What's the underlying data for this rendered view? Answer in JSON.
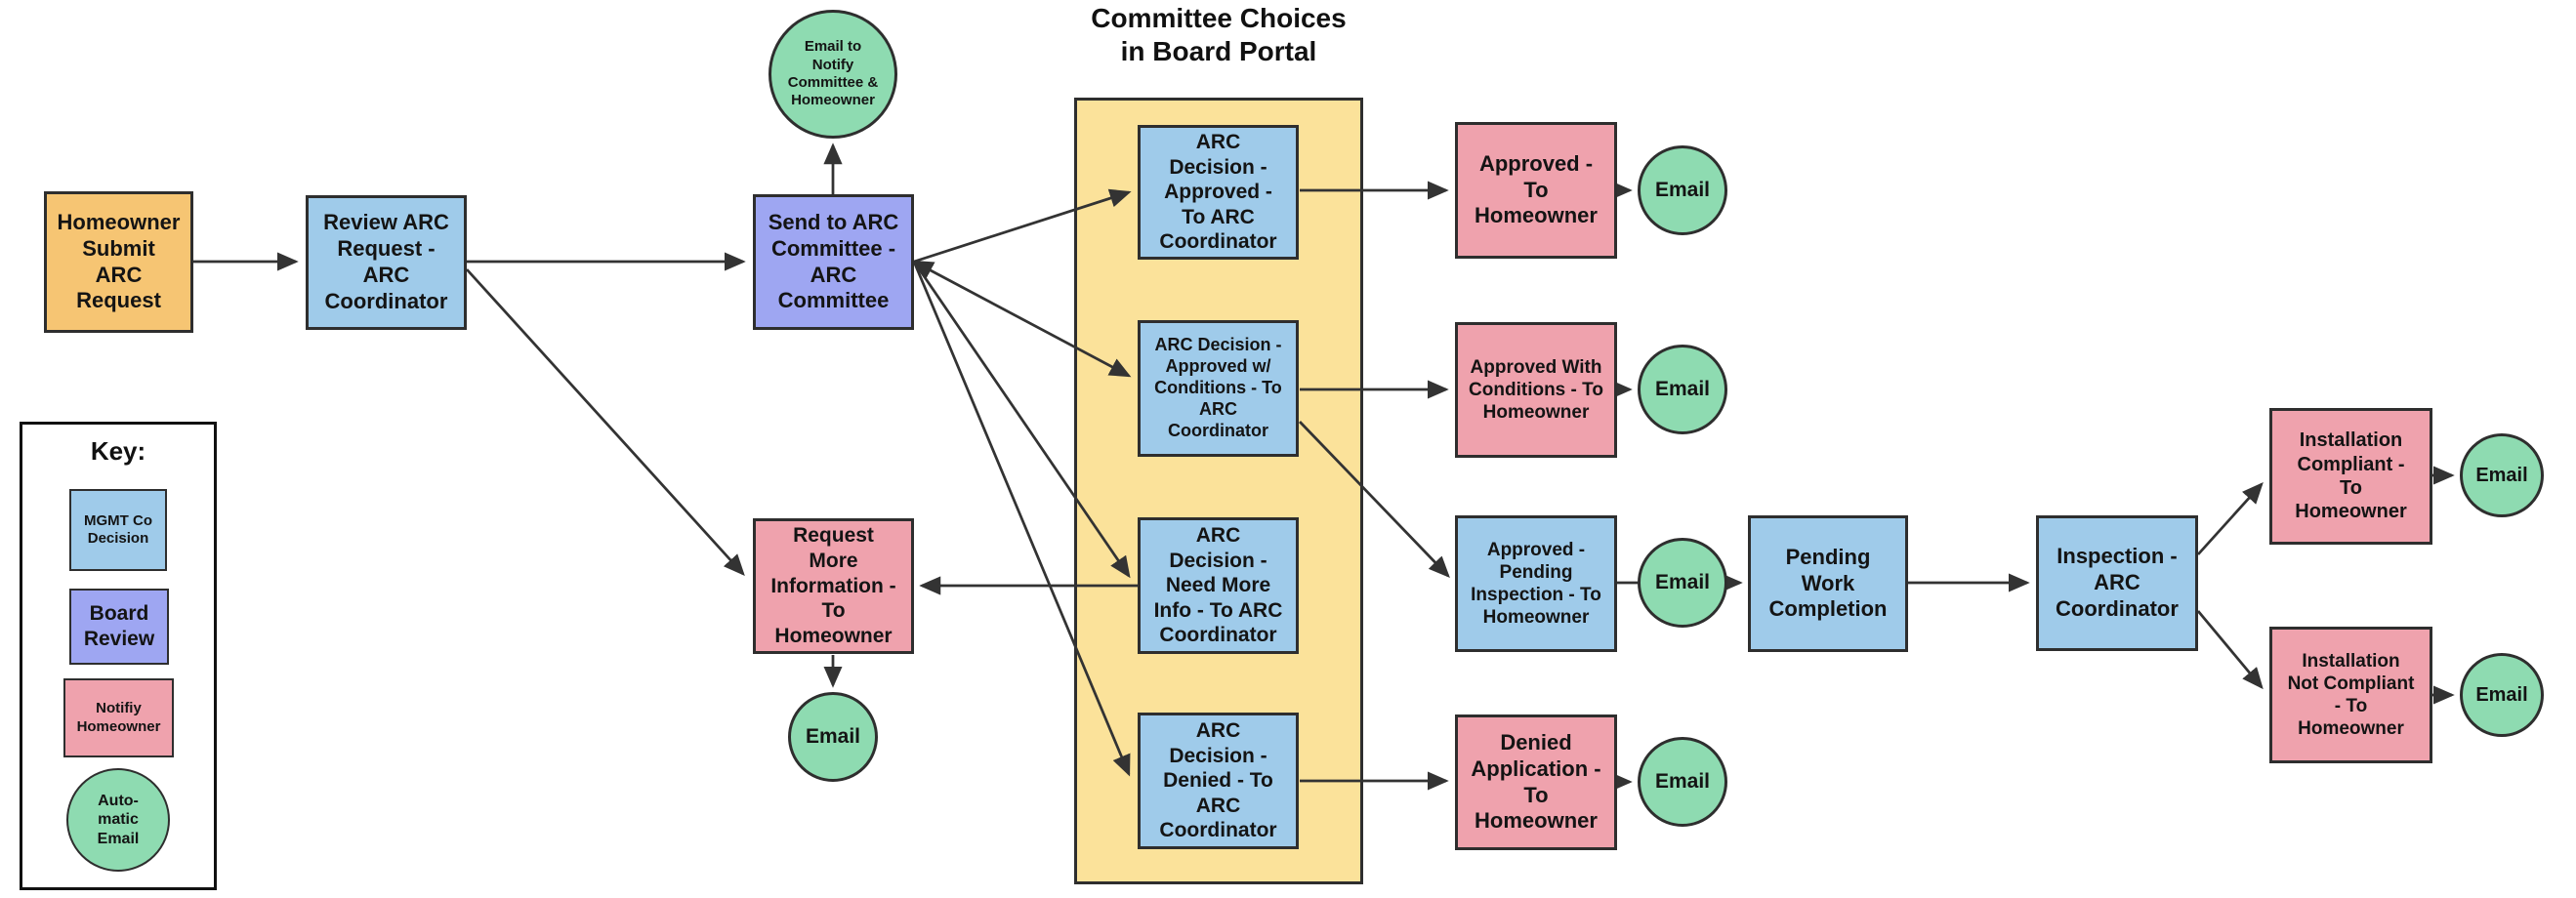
{
  "title": "Committee Choices\nin Board  Portal",
  "key": {
    "heading": "Key:",
    "items": [
      {
        "label": "MGMT Co Decision",
        "meaning": "mgmt-co-decision",
        "color": "#9FCBEA"
      },
      {
        "label": "Board Review",
        "meaning": "board-review",
        "color": "#9EA6F2"
      },
      {
        "label": "Notifiy Homeowner",
        "meaning": "notify-homeowner",
        "color": "#EFA2AD"
      },
      {
        "label": "Auto-\nmatic\nEmail",
        "meaning": "automatic-email",
        "color": "#8EDBB1"
      }
    ]
  },
  "nodes": {
    "homeowner_submit": "Homeowner Submit ARC Request",
    "review_request": "Review ARC Request - ARC Coordinator",
    "send_committee": "Send to ARC Committee - ARC Committee",
    "email_notify_committee": "Email to Notify Committee & Homeowner",
    "request_more_info": "Request More Information - To Homeowner",
    "decision_approved": "ARC Decision - Approved - To ARC Coordinator",
    "decision_approved_conditions": "ARC Decision - Approved w/ Conditions - To ARC Coordinator",
    "decision_need_more_info": "ARC Decision - Need More Info - To ARC Coordinator",
    "decision_denied": "ARC Decision - Denied - To ARC Coordinator",
    "approved_to_homeowner": "Approved - To Homeowner",
    "approved_with_conditions": "Approved With Conditions - To Homeowner",
    "approved_pending_inspection": "Approved - Pending Inspection - To Homeowner",
    "denied_application": "Denied Application - To Homeowner",
    "pending_work_completion": "Pending Work Completion",
    "inspection_coordinator": "Inspection - ARC Coordinator",
    "installation_compliant": "Installation Compliant - To Homeowner",
    "installation_not_compliant": "Installation Not Compliant - To Homeowner",
    "email_label": "Email"
  },
  "colors": {
    "submit": "#F6C573",
    "mgmt_decision": "#9FCBEA",
    "board_review": "#9EA6F2",
    "notify_homeowner": "#EFA2AD",
    "automatic_email": "#8EDBB1",
    "portal_container": "#FBE29A",
    "stroke": "#2E2E2E"
  }
}
